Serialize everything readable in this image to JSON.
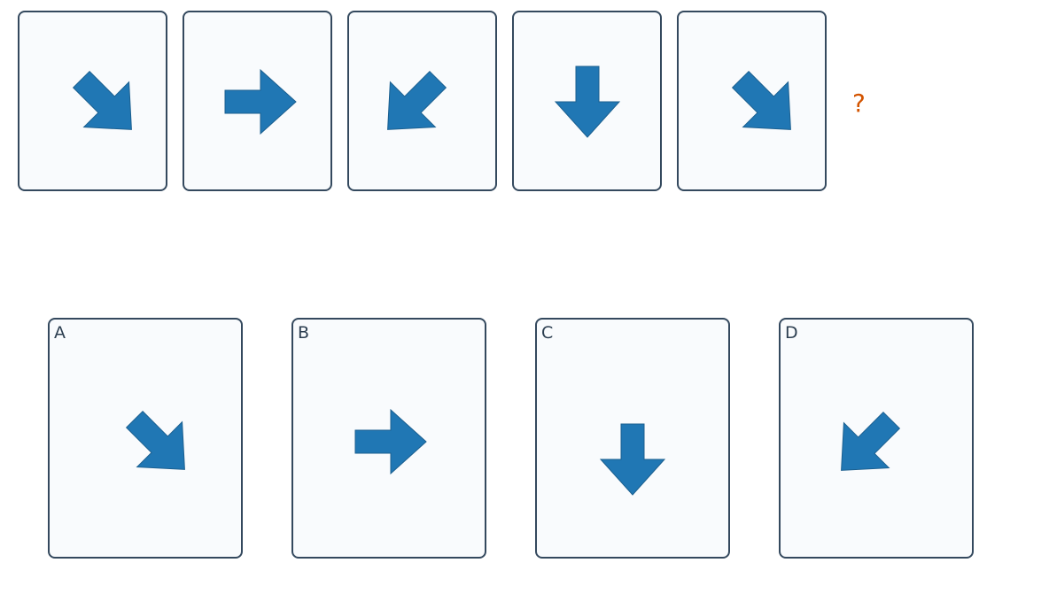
{
  "sequence": {
    "panels": [
      {
        "arrow": "arrow-down-right-icon"
      },
      {
        "arrow": "arrow-right-icon"
      },
      {
        "arrow": "arrow-down-left-icon"
      },
      {
        "arrow": "arrow-down-icon"
      },
      {
        "arrow": "arrow-down-right-icon"
      }
    ],
    "missing_marker": "?"
  },
  "options": [
    {
      "label": "A",
      "arrow": "arrow-down-right-icon"
    },
    {
      "label": "B",
      "arrow": "arrow-right-icon"
    },
    {
      "label": "C",
      "arrow": "arrow-down-icon"
    },
    {
      "label": "D",
      "arrow": "arrow-down-left-icon"
    }
  ],
  "colors": {
    "arrow_fill": "#2077b4",
    "panel_border": "#34495e",
    "panel_background": "#f9fbfd",
    "question_mark": "#d35400"
  }
}
